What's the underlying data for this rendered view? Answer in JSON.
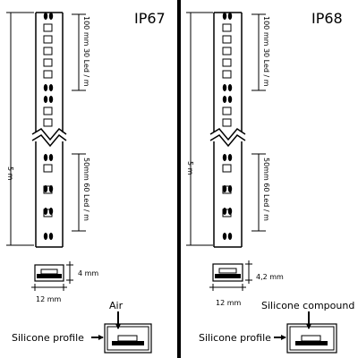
{
  "panels": [
    {
      "id": "ip67",
      "rating": "IP67",
      "length_label": "5 m",
      "section_top_label": "100 mm 30 Led / m",
      "section_bottom_label": "50mm 60 Led / m",
      "width_label": "12 mm",
      "height_label": "4 mm",
      "profile_label": "Silicone  profile",
      "fill_label": "Air"
    },
    {
      "id": "ip68",
      "rating": "IP68",
      "length_label": "5 m",
      "section_top_label": "100 mm 30 Led / m",
      "section_bottom_label": "50mm 60 Led / m",
      "width_label": "12 mm",
      "height_label": "4,2 mm",
      "profile_label": "Silicone profile",
      "fill_label": "Silicone compound"
    }
  ],
  "colors": {
    "ink": "#000000",
    "background": "#ffffff"
  },
  "icons": [
    "led-pair-icon",
    "smd-pad-icon",
    "arrow-right-icon",
    "arrow-down-icon",
    "break-zigzag-icon"
  ]
}
